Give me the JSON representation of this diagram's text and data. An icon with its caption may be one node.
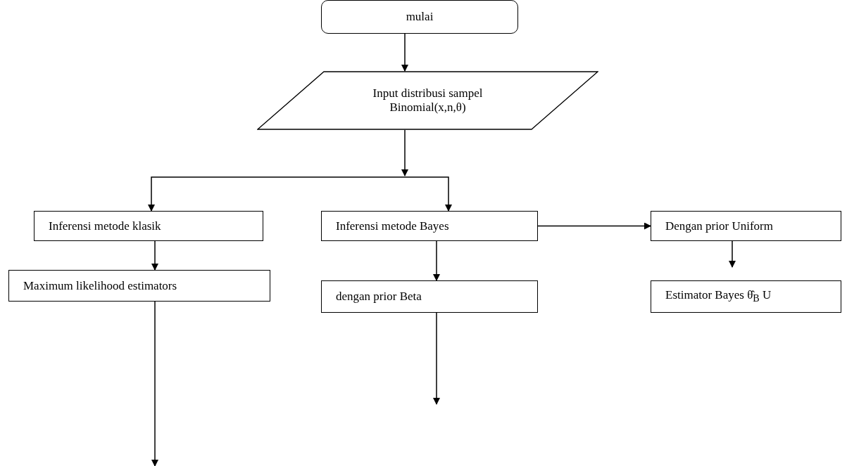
{
  "diagram": {
    "nodes": [
      {
        "text": [
          "mulai"
        ]
      },
      {
        "text": [
          "Input distribusi sampel Binomial(x,n,θ)"
        ]
      },
      {
        "text": [
          "Inferensi metode klasik"
        ]
      },
      {
        "text": [
          "Inferensi metode Bayes"
        ]
      },
      {
        "text": [
          "Dengan prior Uniform"
        ]
      },
      {
        "text": [
          "Maximum likelihood estimators"
        ]
      },
      {
        "text": [
          "dengan prior Beta"
        ]
      },
      {
        "text": [
          "Estimator Bayes θ̂$_{B}$ U"
        ]
      }
    ],
    "edges": [
      {
        "from": 0,
        "to": 1,
        "arrow": "to"
      },
      {
        "from": 1,
        "to": 2,
        "arrow": "to"
      },
      {
        "from": 1,
        "to": 3,
        "arrow": "to"
      },
      {
        "from": 3,
        "to": 4,
        "arrow": "to"
      },
      {
        "from": 2,
        "to": 5,
        "arrow": "to"
      },
      {
        "from": 3,
        "to": 6,
        "arrow": "to"
      },
      {
        "from": 4,
        "to": 7,
        "arrow": "to"
      },
      {
        "from": 5,
        "to": null,
        "arrow": "to"
      },
      {
        "from": 6,
        "to": null,
        "arrow": "to"
      }
    ]
  }
}
